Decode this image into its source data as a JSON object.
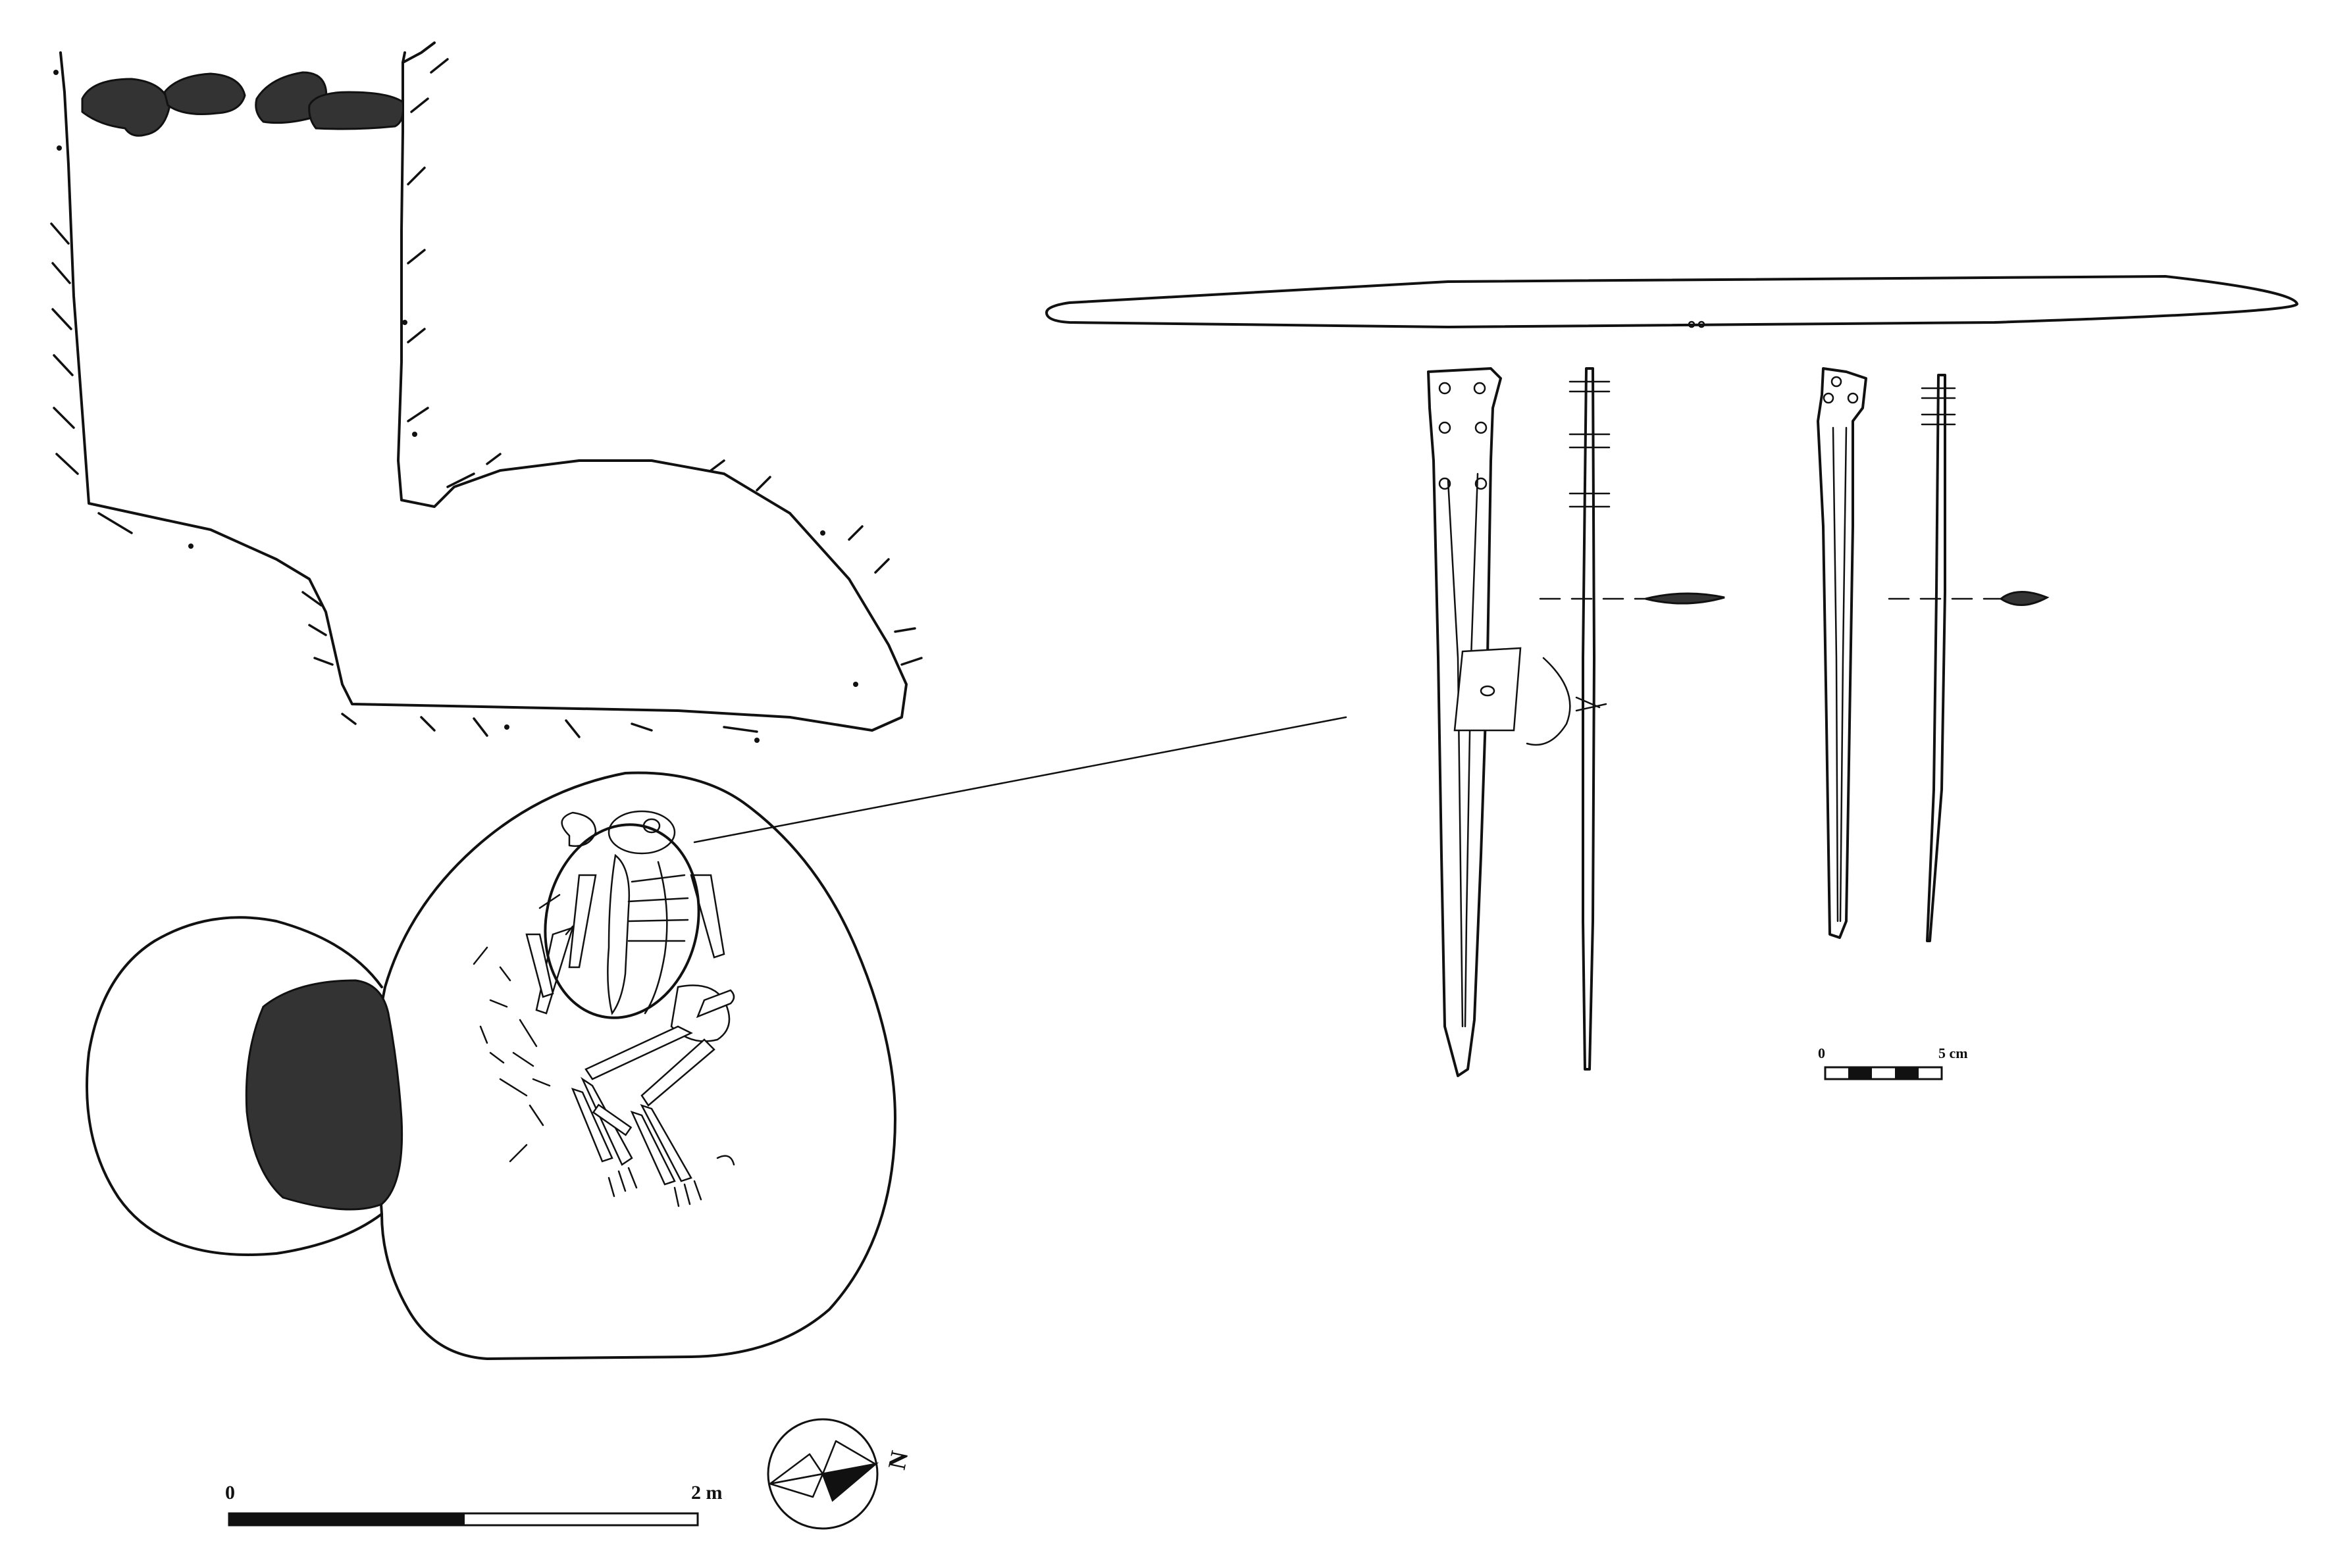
{
  "figure": {
    "grave_scale_bar": {
      "start_label": "0",
      "end_label": "2 m"
    },
    "artifact_scale_bar": {
      "start_label": "0",
      "end_label": "5 cm"
    },
    "north_arrow": {
      "label": "N"
    }
  }
}
